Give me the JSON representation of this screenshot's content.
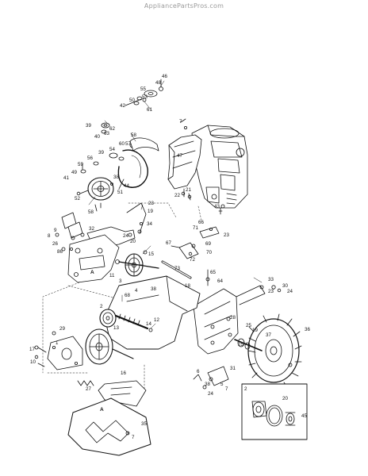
{
  "watermark": "AppliancePartsPros.com",
  "callouts": [
    {
      "id": "c46",
      "text": "46"
    },
    {
      "id": "c48",
      "text": "48"
    },
    {
      "id": "c55",
      "text": "55"
    },
    {
      "id": "c53",
      "text": "53"
    },
    {
      "id": "c50",
      "text": "50"
    },
    {
      "id": "c42",
      "text": "42"
    },
    {
      "id": "c61",
      "text": "61"
    },
    {
      "id": "c7a",
      "text": "7"
    },
    {
      "id": "c39a",
      "text": "39"
    },
    {
      "id": "c40",
      "text": "40"
    },
    {
      "id": "c62",
      "text": "62"
    },
    {
      "id": "c63",
      "text": "63"
    },
    {
      "id": "c60",
      "text": "60"
    },
    {
      "id": "c57",
      "text": "57"
    },
    {
      "id": "c58a",
      "text": "58"
    },
    {
      "id": "c39b",
      "text": "39"
    },
    {
      "id": "c54",
      "text": "54"
    },
    {
      "id": "c56",
      "text": "56"
    },
    {
      "id": "c59",
      "text": "59"
    },
    {
      "id": "c49",
      "text": "49"
    },
    {
      "id": "c41",
      "text": "41"
    },
    {
      "id": "c47",
      "text": "47"
    },
    {
      "id": "c38a",
      "text": "38"
    },
    {
      "id": "c51",
      "text": "51"
    },
    {
      "id": "c44",
      "text": "44"
    },
    {
      "id": "c52",
      "text": "52"
    },
    {
      "id": "c58b",
      "text": "58"
    },
    {
      "id": "c22",
      "text": "22"
    },
    {
      "id": "c21",
      "text": "21"
    },
    {
      "id": "c43",
      "text": "43"
    },
    {
      "id": "c23a",
      "text": "23"
    },
    {
      "id": "c19a",
      "text": "19"
    },
    {
      "id": "c34",
      "text": "34"
    },
    {
      "id": "c9",
      "text": "9"
    },
    {
      "id": "c8",
      "text": "8"
    },
    {
      "id": "c32",
      "text": "32"
    },
    {
      "id": "c26",
      "text": "26"
    },
    {
      "id": "c86",
      "text": "86"
    },
    {
      "id": "c24a",
      "text": "24"
    },
    {
      "id": "c20a",
      "text": "20"
    },
    {
      "id": "c15",
      "text": "15"
    },
    {
      "id": "c66",
      "text": "66"
    },
    {
      "id": "c71",
      "text": "71"
    },
    {
      "id": "c23b",
      "text": "23"
    },
    {
      "id": "c67",
      "text": "67"
    },
    {
      "id": "c69",
      "text": "69"
    },
    {
      "id": "c70",
      "text": "70"
    },
    {
      "id": "c72",
      "text": "72"
    },
    {
      "id": "c73",
      "text": "73"
    },
    {
      "id": "cA1",
      "text": "A"
    },
    {
      "id": "c11",
      "text": "11"
    },
    {
      "id": "c3",
      "text": "3"
    },
    {
      "id": "c4",
      "text": "4"
    },
    {
      "id": "c38b",
      "text": "38"
    },
    {
      "id": "c68",
      "text": "68"
    },
    {
      "id": "c18",
      "text": "18"
    },
    {
      "id": "c65",
      "text": "65"
    },
    {
      "id": "c64",
      "text": "64"
    },
    {
      "id": "c33",
      "text": "33"
    },
    {
      "id": "c23c",
      "text": "23"
    },
    {
      "id": "c30",
      "text": "30"
    },
    {
      "id": "c24b",
      "text": "24"
    },
    {
      "id": "c2a",
      "text": "2"
    },
    {
      "id": "c13",
      "text": "13"
    },
    {
      "id": "c14",
      "text": "14"
    },
    {
      "id": "c12",
      "text": "12"
    },
    {
      "id": "c28",
      "text": "28"
    },
    {
      "id": "c25a",
      "text": "25"
    },
    {
      "id": "c19b",
      "text": "19"
    },
    {
      "id": "c37",
      "text": "37"
    },
    {
      "id": "c36",
      "text": "36"
    },
    {
      "id": "c25b",
      "text": "25"
    },
    {
      "id": "c29",
      "text": "29"
    },
    {
      "id": "c17",
      "text": "17"
    },
    {
      "id": "c1",
      "text": "1"
    },
    {
      "id": "c10",
      "text": "10"
    },
    {
      "id": "c27",
      "text": "27"
    },
    {
      "id": "c6",
      "text": "6"
    },
    {
      "id": "c31",
      "text": "31"
    },
    {
      "id": "c5",
      "text": "5"
    },
    {
      "id": "c7b",
      "text": "7"
    },
    {
      "id": "c38c",
      "text": "38"
    },
    {
      "id": "c24c",
      "text": "24"
    },
    {
      "id": "c2b",
      "text": "2"
    },
    {
      "id": "c20b",
      "text": "20"
    },
    {
      "id": "c45",
      "text": "45"
    },
    {
      "id": "c16",
      "text": "16"
    },
    {
      "id": "c35",
      "text": "35"
    },
    {
      "id": "cA2",
      "text": "A"
    },
    {
      "id": "c7c",
      "text": "7"
    }
  ]
}
